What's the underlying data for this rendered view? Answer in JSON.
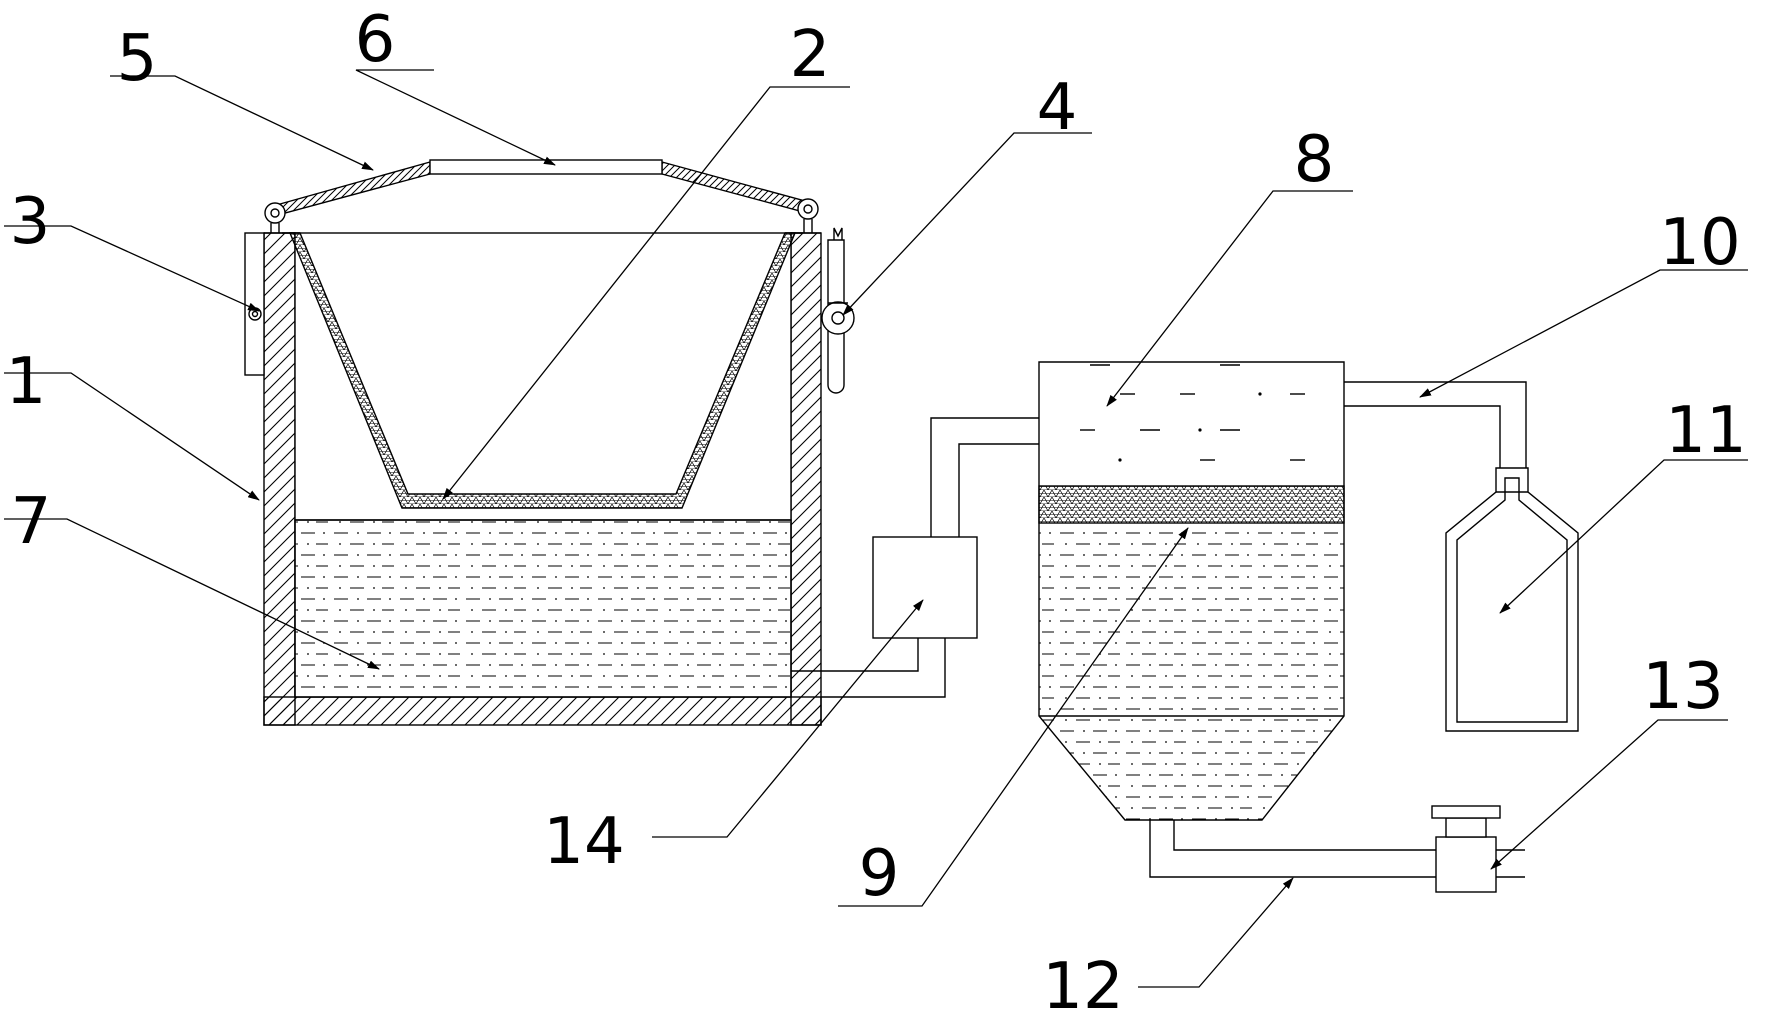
{
  "labels": {
    "l1": "1",
    "l2": "2",
    "l3": "3",
    "l4": "4",
    "l5": "5",
    "l6": "6",
    "l7": "7",
    "l8": "8",
    "l9": "9",
    "l10": "10",
    "l11": "11",
    "l12": "12",
    "l13": "13",
    "l14": "14"
  },
  "colors": {
    "line": "#000000",
    "background": "#ffffff"
  }
}
